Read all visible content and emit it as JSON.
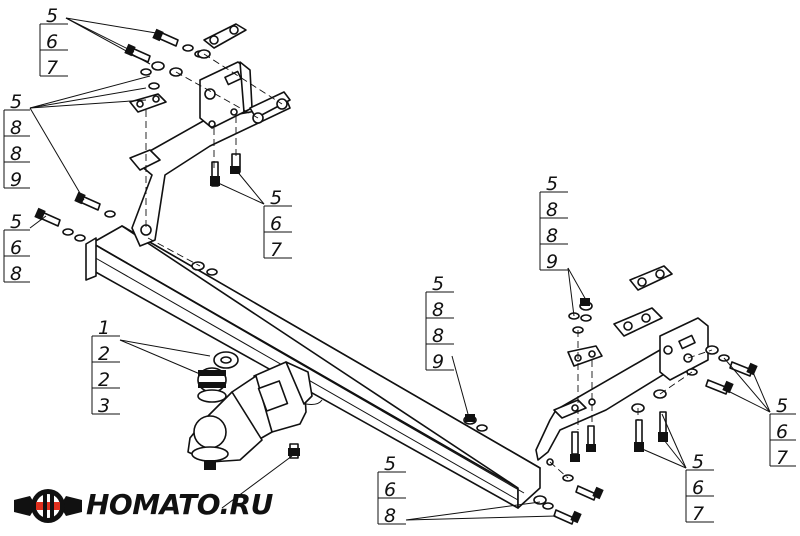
{
  "callouts": [
    {
      "id": "c1",
      "labels": [
        "5",
        "6",
        "7"
      ]
    },
    {
      "id": "c2",
      "labels": [
        "5",
        "8",
        "8",
        "9"
      ]
    },
    {
      "id": "c3",
      "labels": [
        "5",
        "6",
        "8"
      ]
    },
    {
      "id": "c4",
      "labels": [
        "5",
        "6",
        "7"
      ]
    },
    {
      "id": "c5",
      "labels": [
        "5",
        "8",
        "8",
        "9"
      ]
    },
    {
      "id": "c6",
      "labels": [
        "5",
        "8",
        "8",
        "9"
      ]
    },
    {
      "id": "c7",
      "labels": [
        "1",
        "2",
        "2",
        "3"
      ]
    },
    {
      "id": "c8",
      "labels": [
        "5",
        "6",
        "7"
      ]
    },
    {
      "id": "c9",
      "labels": [
        "5",
        "6",
        "7"
      ]
    },
    {
      "id": "c10",
      "labels": [
        "5",
        "6",
        "8"
      ]
    }
  ],
  "logo": {
    "text": "HOMATO.RU",
    "colors": {
      "ring": "#111111",
      "accent": "#e0301e"
    }
  }
}
